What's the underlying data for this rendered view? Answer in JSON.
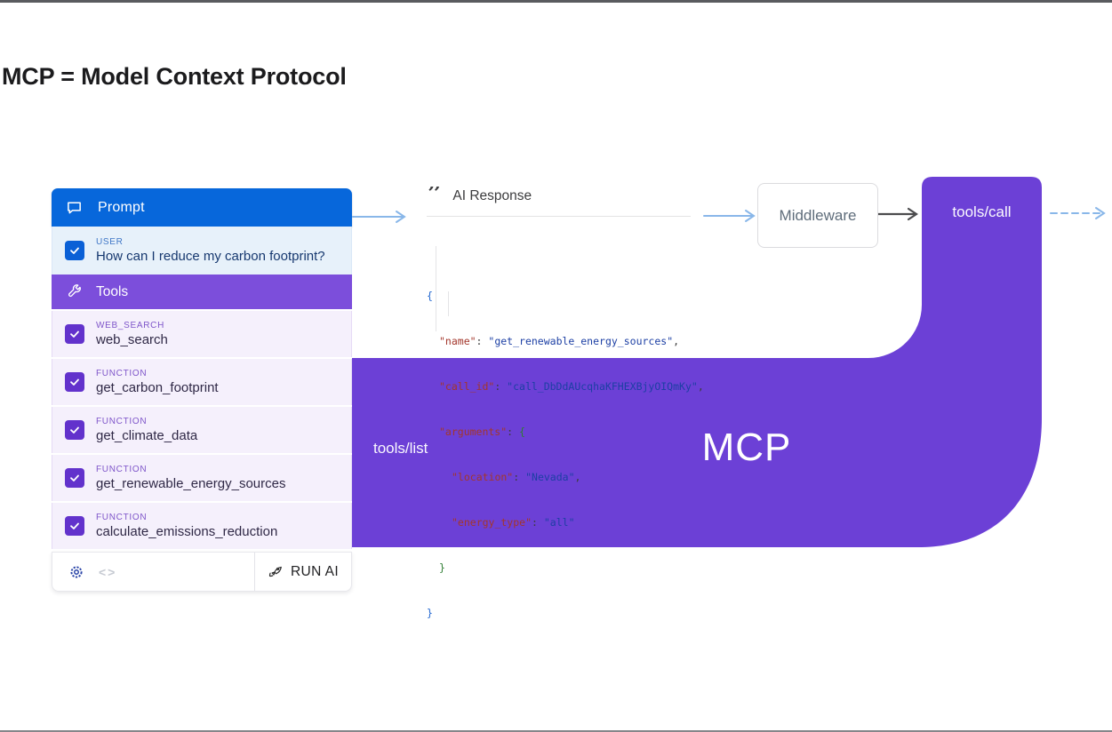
{
  "title": "MCP = Model Context Protocol",
  "prompt_panel": {
    "header": {
      "label": "Prompt"
    },
    "user_row": {
      "tag": "USER",
      "text": "How can I reduce my carbon footprint?",
      "checked": true
    },
    "tools_header": {
      "label": "Tools"
    },
    "tools": [
      {
        "tag": "WEB_SEARCH",
        "name": "web_search",
        "checked": true
      },
      {
        "tag": "FUNCTION",
        "name": "get_carbon_footprint",
        "checked": true
      },
      {
        "tag": "FUNCTION",
        "name": "get_climate_data",
        "checked": true
      },
      {
        "tag": "FUNCTION",
        "name": "get_renewable_energy_sources",
        "checked": true
      },
      {
        "tag": "FUNCTION",
        "name": "calculate_emissions_reduction",
        "checked": true
      }
    ],
    "footer": {
      "code_glyph": "<>",
      "run_label": "RUN AI"
    }
  },
  "ai_response": {
    "title": "AI Response",
    "code": {
      "l0": {
        "b": "{"
      },
      "l1": {
        "k": "\"name\"",
        "c": ": ",
        "v": "\"get_renewable_energy_sources\"",
        "e": ","
      },
      "l2": {
        "k": "\"call_id\"",
        "c": ": ",
        "v": "\"call_DbDdAUcqhaKFHEXBjyOIQmKy\"",
        "e": ","
      },
      "l3": {
        "k": "\"arguments\"",
        "c": ": ",
        "b": "{"
      },
      "l4": {
        "k": "\"location\"",
        "c": ": ",
        "v": "\"Nevada\"",
        "e": ","
      },
      "l5": {
        "k": "\"energy_type\"",
        "c": ": ",
        "v": "\"all\""
      },
      "l6": {
        "b": "}"
      },
      "l7": {
        "b": "}"
      }
    }
  },
  "middleware": {
    "label": "Middleware"
  },
  "mcp": {
    "label": "MCP",
    "tools_call_label": "tools/call",
    "tools_list_label": "tools/list"
  },
  "colors": {
    "accent_blue": "#0767db",
    "user_row_bg": "#e7f1fa",
    "tools_header_purple": "#7c4edb",
    "tool_row_bg": "#f5f0fc",
    "mcp_purple": "#6c40d6",
    "arrow_blue": "#89b7e9",
    "arrow_dark": "#4b4b4d",
    "code_key": "#a3362b",
    "code_value": "#1c3fa4",
    "code_brace_outer": "#2065cf",
    "code_brace_inner": "#2e7d32"
  }
}
